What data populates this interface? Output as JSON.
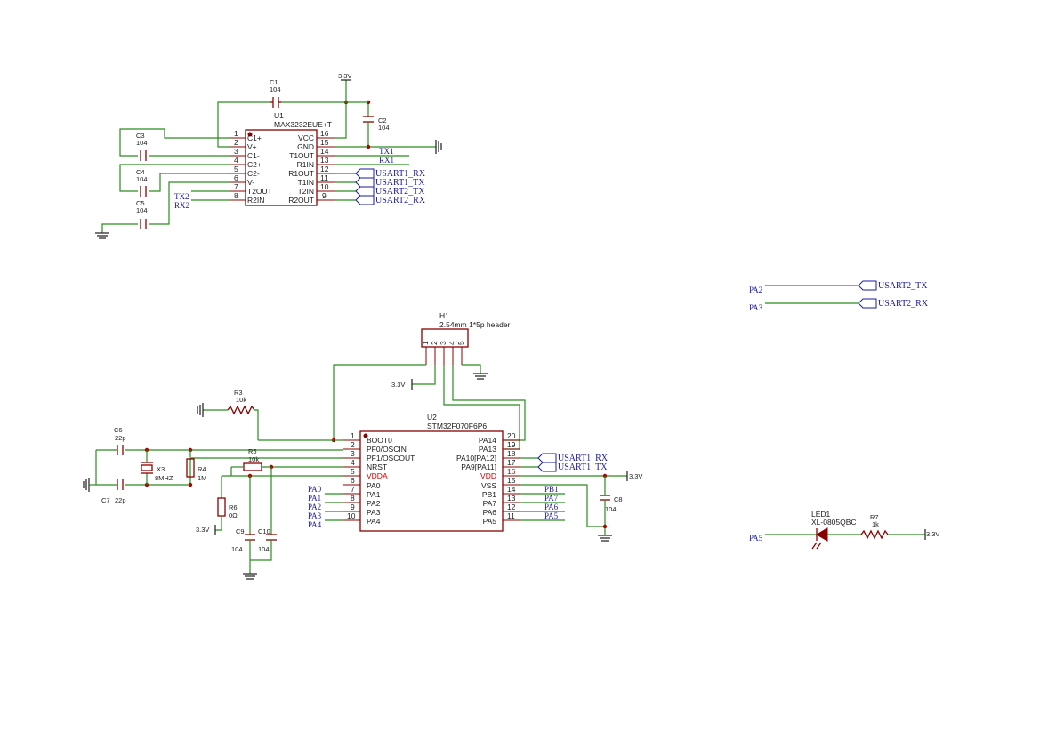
{
  "u1": {
    "ref": "U1",
    "value": "MAX3232EUE+T",
    "left_pins": [
      {
        "num": "1",
        "name": "C1+"
      },
      {
        "num": "2",
        "name": "V+"
      },
      {
        "num": "3",
        "name": "C1-"
      },
      {
        "num": "4",
        "name": "C2+"
      },
      {
        "num": "5",
        "name": "C2-"
      },
      {
        "num": "6",
        "name": "V-"
      },
      {
        "num": "7",
        "name": "T2OUT"
      },
      {
        "num": "8",
        "name": "R2IN"
      }
    ],
    "right_pins": [
      {
        "num": "16",
        "name": "VCC"
      },
      {
        "num": "15",
        "name": "GND"
      },
      {
        "num": "14",
        "name": "T1OUT"
      },
      {
        "num": "13",
        "name": "R1IN"
      },
      {
        "num": "12",
        "name": "R1OUT"
      },
      {
        "num": "11",
        "name": "T1IN"
      },
      {
        "num": "10",
        "name": "T2IN"
      },
      {
        "num": "9",
        "name": "R2OUT"
      }
    ],
    "nets_right": [
      "TX1",
      "RX1",
      "USART1_RX",
      "USART1_TX",
      "USART2_TX",
      "USART2_RX"
    ],
    "nets_left": [
      "TX2",
      "RX2"
    ]
  },
  "u2": {
    "ref": "U2",
    "value": "STM32F070F6P6",
    "left_pins": [
      {
        "num": "1",
        "name": "BOOT0"
      },
      {
        "num": "2",
        "name": "PF0/OSCIN"
      },
      {
        "num": "3",
        "name": "PF1/OSCOUT"
      },
      {
        "num": "4",
        "name": "NRST"
      },
      {
        "num": "5",
        "name": "VDDA"
      },
      {
        "num": "6",
        "name": ""
      },
      {
        "num": "7",
        "name": "PA0"
      },
      {
        "num": "8",
        "name": "PA1"
      },
      {
        "num": "9",
        "name": "PA2"
      },
      {
        "num": "10",
        "name": "PA3"
      },
      {
        "num": "",
        "name": "PA4"
      }
    ],
    "right_pins": [
      {
        "num": "20",
        "name": "PA14"
      },
      {
        "num": "19",
        "name": "PA13"
      },
      {
        "num": "18",
        "name": "PA10[PA12]"
      },
      {
        "num": "17",
        "name": "PA9[PA11]"
      },
      {
        "num": "16",
        "name": "VDD"
      },
      {
        "num": "15",
        "name": "VSS"
      },
      {
        "num": "14",
        "name": "PB1"
      },
      {
        "num": "13",
        "name": "PA7"
      },
      {
        "num": "12",
        "name": "PA6"
      },
      {
        "num": "11",
        "name": "PA5"
      }
    ],
    "left_nets": [
      "PA0",
      "PA1",
      "PA2",
      "PA3",
      "PA4"
    ],
    "right_nets": [
      "PB1",
      "PA7",
      "PA6",
      "PA5"
    ],
    "usart_nets": [
      "USART1_RX",
      "USART1_TX"
    ]
  },
  "header": {
    "ref": "H1",
    "value": "2.54mm 1*5p header",
    "pins": [
      "1",
      "2",
      "3",
      "4",
      "5"
    ]
  },
  "caps": {
    "c1": {
      "ref": "C1",
      "value": "104"
    },
    "c2": {
      "ref": "C2",
      "value": "104"
    },
    "c3": {
      "ref": "C3",
      "value": "104"
    },
    "c4": {
      "ref": "C4",
      "value": "104"
    },
    "c5": {
      "ref": "C5",
      "value": "104"
    },
    "c6": {
      "ref": "C6",
      "value": "22p"
    },
    "c7": {
      "ref": "C7",
      "value": "22p"
    },
    "c8": {
      "ref": "C8",
      "value": "104"
    },
    "c9": {
      "ref": "C9",
      "value": "104"
    },
    "c10": {
      "ref": "C10",
      "value": "104"
    }
  },
  "resistors": {
    "r3": {
      "ref": "R3",
      "value": "10k"
    },
    "r4": {
      "ref": "R4",
      "value": "1M"
    },
    "r5": {
      "ref": "R5",
      "value": "10k"
    },
    "r6": {
      "ref": "R6",
      "value": "0Ω"
    },
    "r7": {
      "ref": "R7",
      "value": "1k"
    }
  },
  "crystal": {
    "ref": "X3",
    "value": "8MHZ"
  },
  "led": {
    "ref": "LED1",
    "value": "XL-0805QBC"
  },
  "power": {
    "v33": "3.3V"
  },
  "bridge": [
    {
      "net": "PA2",
      "label": "USART2_TX"
    },
    {
      "net": "PA3",
      "label": "USART2_RX"
    }
  ],
  "led_net": "PA5"
}
